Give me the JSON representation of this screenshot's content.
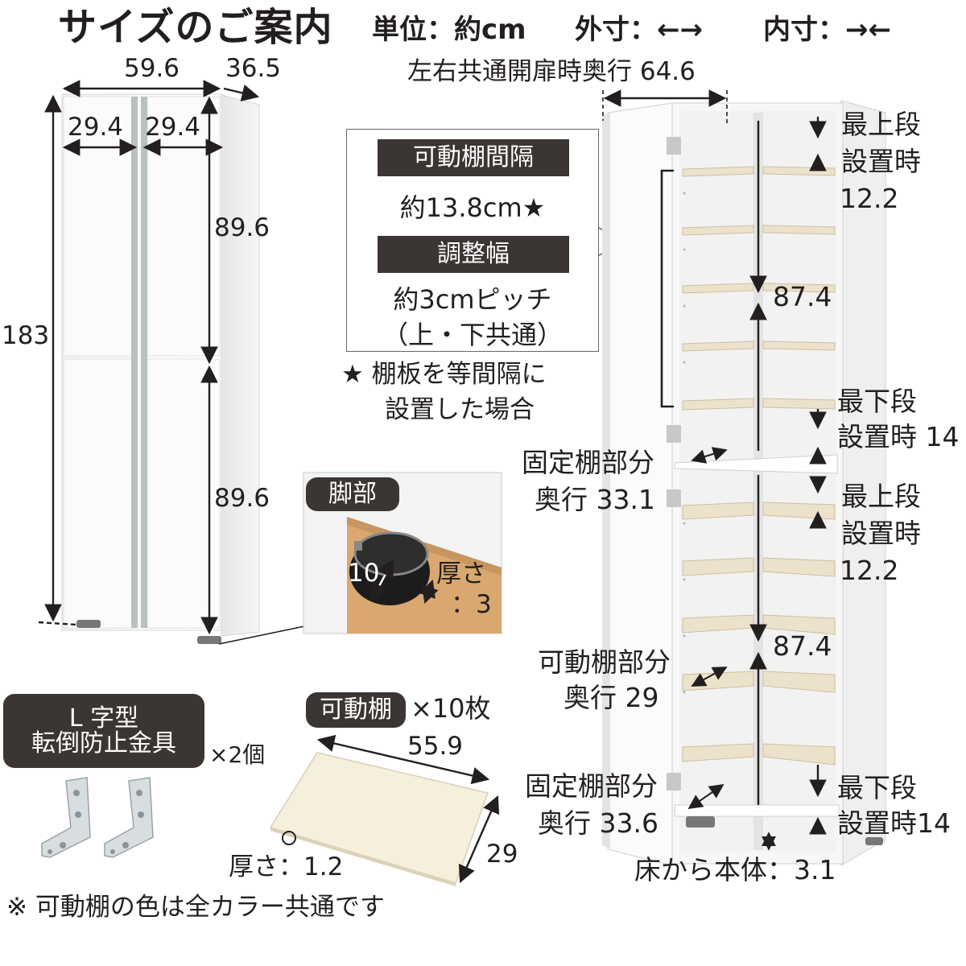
{
  "header": {
    "title": "サイズのご案内",
    "unit": "単位：約cm",
    "outer": "外寸：←→",
    "inner": "内寸：→←"
  },
  "front": {
    "width_total": "59.6",
    "depth": "36.5",
    "door_left": "29.4",
    "door_right": "29.4",
    "height_total": "183",
    "height_upper": "89.6",
    "height_lower": "89.6"
  },
  "leg": {
    "label": "脚部",
    "diameter": "10",
    "thickness_label": "厚さ",
    "thickness_value": "：3"
  },
  "callout": {
    "label1": "可動棚間隔",
    "value1": "約13.8cm★",
    "label2": "調整幅",
    "value2a": "約3cmピッチ",
    "value2b": "（上・下共通）",
    "note_line1": "★ 棚板を等間隔に",
    "note_line2": "設置した場合"
  },
  "interior": {
    "open_depth": "左右共通開扉時奥行 64.6",
    "top_upper_label1": "最上段",
    "top_upper_label2": "設置時",
    "top_upper_value": "12.2",
    "mid_upper": "87.4",
    "bottom_upper_label1": "最下段",
    "bottom_upper_label2": "設置時 14",
    "fixed_shelf_label": "固定棚部分",
    "fixed_shelf_depth": "奥行 33.1",
    "top_lower_label1": "最上段",
    "top_lower_label2": "設置時",
    "top_lower_value": "12.2",
    "mid_lower": "87.4",
    "movable_label": "可動棚部分",
    "movable_depth": "奥行 29",
    "fixed_bottom_label": "固定棚部分",
    "fixed_bottom_depth": "奥行 33.6",
    "bottom_lower_label1": "最下段",
    "bottom_lower_label2": "設置時14",
    "floor_clearance": "床から本体：3.1"
  },
  "bracket": {
    "label_line1": "L 字型",
    "label_line2": "転倒防止金具",
    "count": "×2個"
  },
  "shelf": {
    "label": "可動棚",
    "count": "×10枚",
    "width": "55.9",
    "depth": "29",
    "thickness": "厚さ：1.2"
  },
  "footnote": "※ 可動棚の色は全カラー共通です",
  "colors": {
    "label_bg": "#3b3533",
    "shelf": "#ece2cc",
    "wood": "#d9a870",
    "frame": "#f3f3f3"
  }
}
